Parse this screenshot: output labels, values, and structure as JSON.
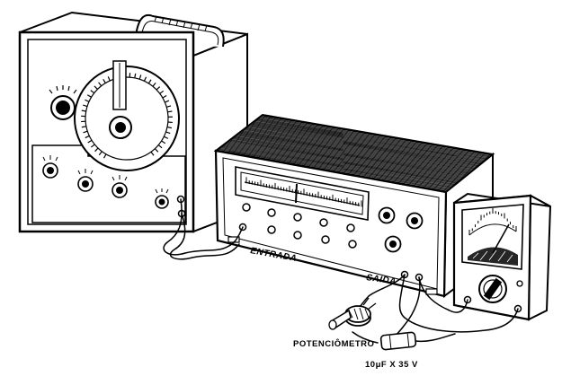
{
  "labels": {
    "entrada": "ENTRADA",
    "saida": "SAIDA",
    "potenciometro": "POTENCIÔMETRO",
    "capacitor": "10μF X 35 V"
  },
  "colors": {
    "ink": "#000000",
    "paper": "#ffffff"
  },
  "icons": [
    "signal-generator-icon",
    "amplifier-icon",
    "meter-icon",
    "potentiometer-icon",
    "capacitor-icon"
  ]
}
